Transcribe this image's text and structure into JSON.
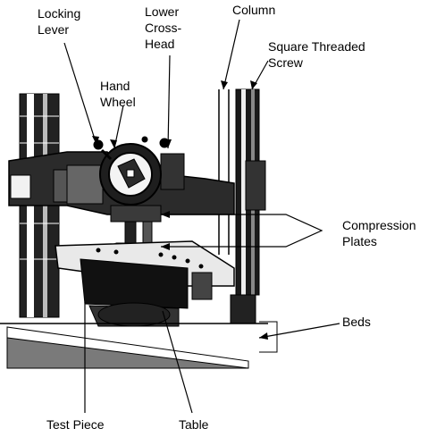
{
  "labels": {
    "locking_lever": [
      "Locking",
      "Lever"
    ],
    "lower_cross_head": [
      "Lower",
      "Cross-",
      "Head"
    ],
    "column": "Column",
    "square_threaded_screw": [
      "Square Threaded",
      "Screw"
    ],
    "hand_wheel": [
      "Hand",
      "Wheel"
    ],
    "compression_plates": [
      "Compression",
      "Plates"
    ],
    "beds": "Beds",
    "test_piece": "Test Piece",
    "table": "Table"
  },
  "colors": {
    "ink": "#000000",
    "paper": "#ffffff",
    "shade": "#7a7a7a"
  }
}
